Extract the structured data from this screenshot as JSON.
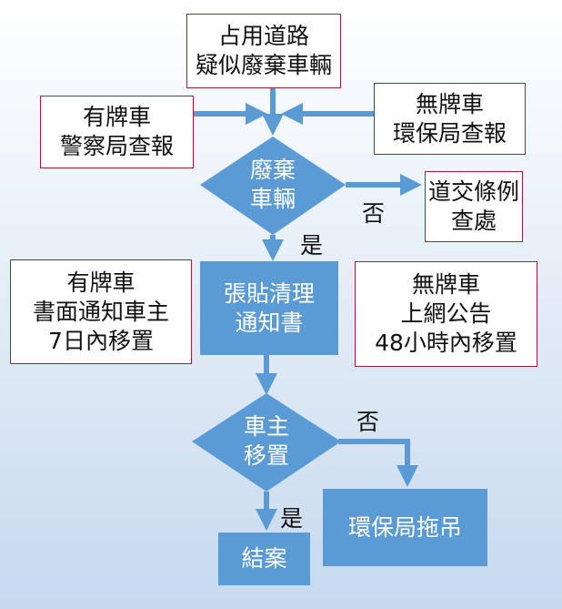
{
  "nodes": {
    "start": [
      "占用道路",
      "疑似廢棄車輛"
    ],
    "police": [
      "有牌車",
      "警察局查報"
    ],
    "epa_report": [
      "無牌車",
      "環保局查報"
    ],
    "decision1": [
      "廢棄",
      "車輛"
    ],
    "traffic": [
      "道交條例",
      "查處"
    ],
    "notice": [
      "張貼清理",
      "通知書"
    ],
    "licensed": [
      "有牌車",
      "書面通知車主",
      "7日內移置"
    ],
    "unlicensed": [
      "無牌車",
      "上網公告",
      "48小時內移置"
    ],
    "decision2": [
      "車主",
      "移置"
    ],
    "tow": [
      "環保局拖吊"
    ],
    "close": [
      "結案"
    ]
  },
  "labels": {
    "no1": "否",
    "yes1": "是",
    "no2": "否",
    "yes2": "是"
  },
  "colors": {
    "shape": "#5b9bd5",
    "border": "#a3202c"
  }
}
